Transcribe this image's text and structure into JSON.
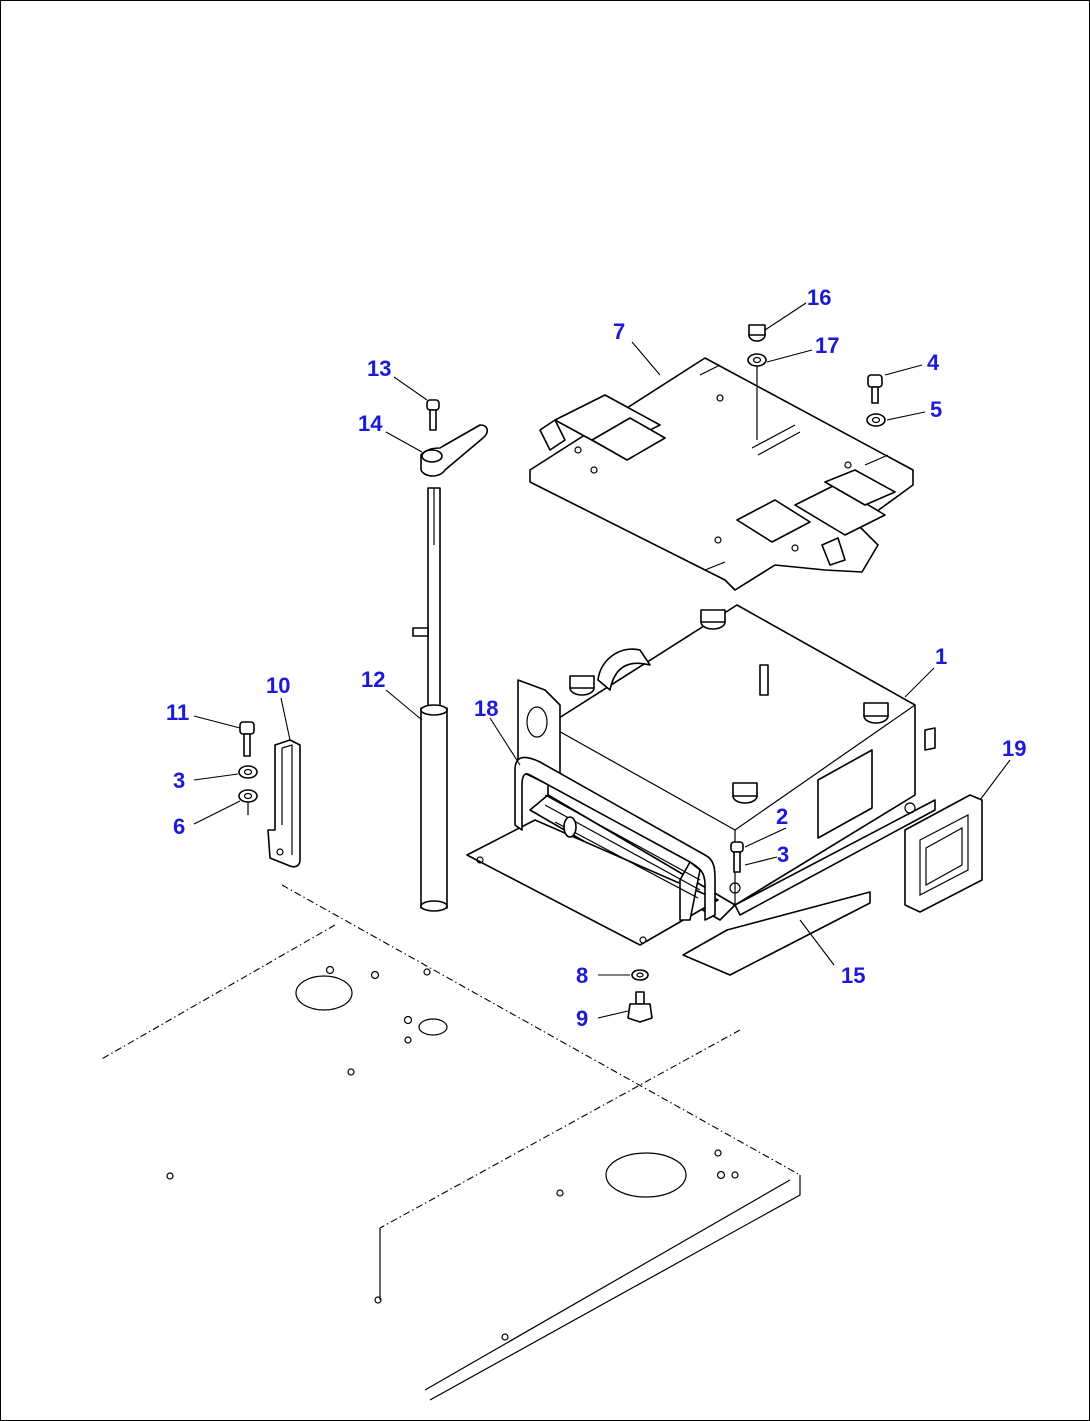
{
  "diagram": {
    "callouts": [
      "1",
      "2",
      "3",
      "3",
      "4",
      "5",
      "6",
      "7",
      "8",
      "9",
      "10",
      "11",
      "12",
      "13",
      "14",
      "15",
      "16",
      "17",
      "18",
      "19"
    ]
  }
}
